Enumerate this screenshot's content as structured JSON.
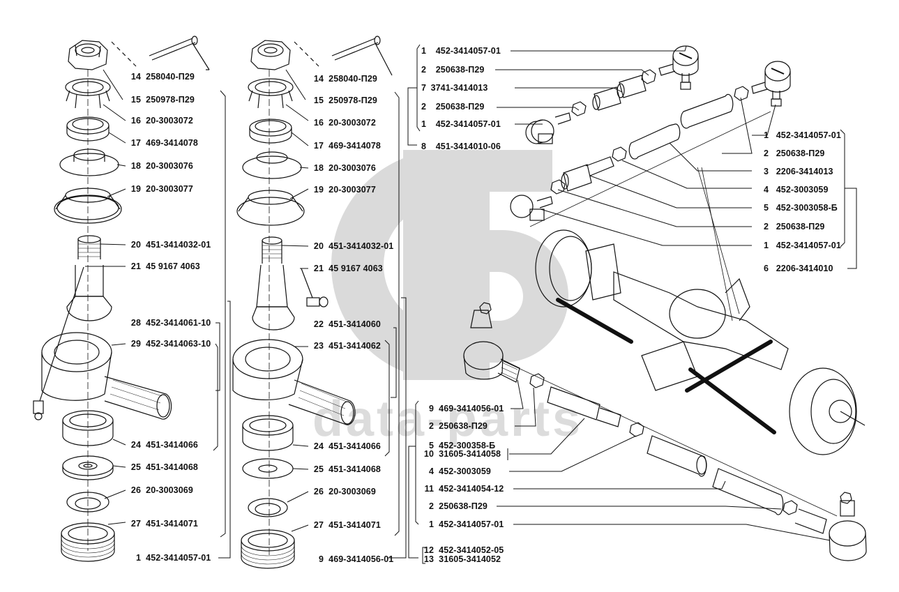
{
  "watermark": {
    "text": "data-parts",
    "logo": "gb-logo",
    "color": "#d9d9d9"
  },
  "columns": [
    {
      "id": "left",
      "labels": [
        {
          "num": "14",
          "part": "258040-П29"
        },
        {
          "num": "15",
          "part": "250978-П29"
        },
        {
          "num": "16",
          "part": "20-3003072"
        },
        {
          "num": "17",
          "part": "469-3414078"
        },
        {
          "num": "18",
          "part": "20-3003076"
        },
        {
          "num": "19",
          "part": "20-3003077"
        },
        {
          "num": "20",
          "part": "451-3414032-01"
        },
        {
          "num": "21",
          "part": "45 9167 4063"
        },
        {
          "num": "28",
          "part": "452-3414061-10"
        },
        {
          "num": "29",
          "part": "452-3414063-10"
        },
        {
          "num": "24",
          "part": "451-3414066"
        },
        {
          "num": "25",
          "part": "451-3414068"
        },
        {
          "num": "26",
          "part": "20-3003069"
        },
        {
          "num": "27",
          "part": "451-3414071"
        },
        {
          "num": "1",
          "part": "452-3414057-01"
        }
      ]
    },
    {
      "id": "middle",
      "labels": [
        {
          "num": "14",
          "part": "258040-П29"
        },
        {
          "num": "15",
          "part": "250978-П29"
        },
        {
          "num": "16",
          "part": "20-3003072"
        },
        {
          "num": "17",
          "part": "469-3414078"
        },
        {
          "num": "18",
          "part": "20-3003076"
        },
        {
          "num": "19",
          "part": "20-3003077"
        },
        {
          "num": "20",
          "part": "451-3414032-01"
        },
        {
          "num": "21",
          "part": "45 9167 4063"
        },
        {
          "num": "22",
          "part": "451-3414060"
        },
        {
          "num": "23",
          "part": "451-3414062"
        },
        {
          "num": "24",
          "part": "451-3414066"
        },
        {
          "num": "25",
          "part": "451-3414068"
        },
        {
          "num": "26",
          "part": "20-3003069"
        },
        {
          "num": "27",
          "part": "451-3414071"
        },
        {
          "num": "9",
          "part": "469-3414056-01"
        }
      ]
    },
    {
      "id": "top-assembly",
      "labels": [
        {
          "num": "1",
          "part": "452-3414057-01"
        },
        {
          "num": "2",
          "part": "250638-П29"
        },
        {
          "num": "7",
          "part": "3741-3414013"
        },
        {
          "num": "2",
          "part": "250638-П29"
        },
        {
          "num": "1",
          "part": "452-3414057-01"
        },
        {
          "num": "8",
          "part": "451-3414010-06"
        }
      ]
    },
    {
      "id": "right-assembly",
      "labels": [
        {
          "num": "1",
          "part": "452-3414057-01"
        },
        {
          "num": "2",
          "part": "250638-П29"
        },
        {
          "num": "3",
          "part": "2206-3414013"
        },
        {
          "num": "4",
          "part": "452-3003059"
        },
        {
          "num": "5",
          "part": "452-3003058-Б"
        },
        {
          "num": "2",
          "part": "250638-П29"
        },
        {
          "num": "1",
          "part": "452-3414057-01"
        },
        {
          "num": "6",
          "part": "2206-3414010"
        }
      ]
    },
    {
      "id": "bottom-assembly",
      "labels": [
        {
          "num": "9",
          "part": "469-3414056-01"
        },
        {
          "num": "2",
          "part": "250638-П29"
        },
        {
          "num": "5",
          "part": "452-300358-Б"
        },
        {
          "num": "10",
          "part": "31605-3414058"
        },
        {
          "num": "4",
          "part": "452-3003059"
        },
        {
          "num": "11",
          "part": "452-3414054-12"
        },
        {
          "num": "2",
          "part": "250638-П29"
        },
        {
          "num": "1",
          "part": "452-3414057-01"
        },
        {
          "num": "12",
          "part": "452-3414052-05"
        },
        {
          "num": "13",
          "part": "31605-3414052"
        }
      ]
    }
  ]
}
